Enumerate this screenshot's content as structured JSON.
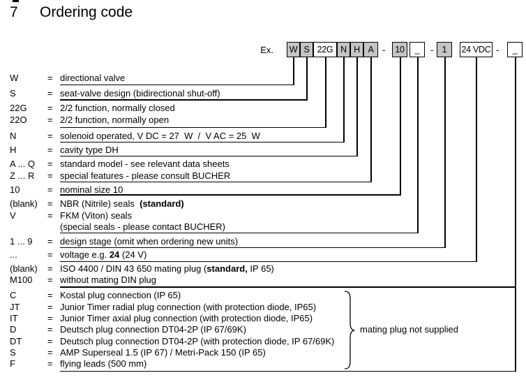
{
  "page": {
    "section_number": "7",
    "title": "Ordering code",
    "example_label": "Ex.",
    "equals_sign": "="
  },
  "colors": {
    "box_gray": "#c4c4c4",
    "box_white": "#ffffff",
    "line": "#000000",
    "text": "#000000"
  },
  "example_code": {
    "boxes": [
      {
        "label": "W",
        "fill": "gray"
      },
      {
        "label": "S",
        "fill": "gray"
      },
      {
        "label": "22G",
        "fill": "white"
      },
      {
        "label": "N",
        "fill": "gray"
      },
      {
        "label": "H",
        "fill": "gray"
      },
      {
        "label": "A",
        "fill": "gray"
      },
      {
        "label": "-",
        "separator": true
      },
      {
        "label": "10",
        "fill": "gray"
      },
      {
        "label": "_",
        "fill": "white"
      },
      {
        "label": "-",
        "separator": true
      },
      {
        "label": "1",
        "fill": "gray"
      },
      {
        "label": "24 VDC",
        "fill": "white"
      },
      {
        "label": "-",
        "separator": true
      },
      {
        "label": "_",
        "fill": "white"
      }
    ]
  },
  "ordering_rows": [
    {
      "code": "W",
      "parts": [
        {
          "t": "directional valve"
        }
      ]
    },
    {
      "code": "S",
      "parts": [
        {
          "t": "seat-valve design (bidirectional shut-off)"
        }
      ]
    },
    {
      "code": "22G",
      "parts": [
        {
          "t": "2/2 function, normally closed"
        }
      ]
    },
    {
      "code": "22O",
      "parts": [
        {
          "t": "2/2 function, normally open"
        }
      ]
    },
    {
      "code": "N",
      "parts": [
        {
          "t": "solenoid operated, V DC = 27  W  /  V AC = 25  W"
        }
      ]
    },
    {
      "code": "H",
      "parts": [
        {
          "t": "cavity type DH"
        }
      ]
    },
    {
      "code": "A ... Q",
      "parts": [
        {
          "t": "standard model - see relevant data sheets"
        }
      ]
    },
    {
      "code": "Z ... R",
      "parts": [
        {
          "t": "special features - please consult BUCHER"
        }
      ]
    },
    {
      "code": "10",
      "parts": [
        {
          "t": "nominal size 10"
        }
      ]
    },
    {
      "code": "(blank)",
      "parts": [
        {
          "t": "NBR (Nitrile) seals  "
        },
        {
          "t": "(standard)",
          "b": true
        }
      ]
    },
    {
      "code": "V",
      "parts": [
        {
          "t": "FKM (Viton) seals"
        }
      ]
    },
    {
      "code": "",
      "parts": [
        {
          "t": "(special seals - please contact BUCHER)"
        }
      ]
    },
    {
      "code": "1 ... 9",
      "parts": [
        {
          "t": "design stage (omit when ordering new units)"
        }
      ]
    },
    {
      "code": "...",
      "parts": [
        {
          "t": "voltage e.g. "
        },
        {
          "t": "24",
          "b": true
        },
        {
          "t": " (24 V)"
        }
      ]
    },
    {
      "code": "(blank)",
      "parts": [
        {
          "t": "ISO 4400 / DIN 43 650 mating plug ("
        },
        {
          "t": "standard,",
          "b": true
        },
        {
          "t": " IP 65)"
        }
      ]
    },
    {
      "code": "M100",
      "parts": [
        {
          "t": "without mating DIN plug"
        }
      ]
    },
    {
      "code": "C",
      "parts": [
        {
          "t": "Kostal plug connection (IP 65)"
        }
      ]
    },
    {
      "code": "JT",
      "parts": [
        {
          "t": "Junior Timer radial plug connection (with protection diode, IP65)"
        }
      ]
    },
    {
      "code": "IT",
      "parts": [
        {
          "t": "Junior Timer axial plug connection (with protection diode, IP65)"
        }
      ]
    },
    {
      "code": "D",
      "parts": [
        {
          "t": "Deutsch plug connection DT04-2P (IP 67/69K)"
        }
      ]
    },
    {
      "code": "DT",
      "parts": [
        {
          "t": "Deutsch plug connection DT04-2P (with protection diode, IP 67/69K)"
        }
      ]
    },
    {
      "code": "S",
      "parts": [
        {
          "t": "AMP Superseal 1.5 (IP 67) / Metri-Pack 150 (IP 65)"
        }
      ]
    },
    {
      "code": "F",
      "parts": [
        {
          "t": "flying leads (500 mm)"
        }
      ]
    }
  ],
  "brace_note": "mating plug not supplied"
}
